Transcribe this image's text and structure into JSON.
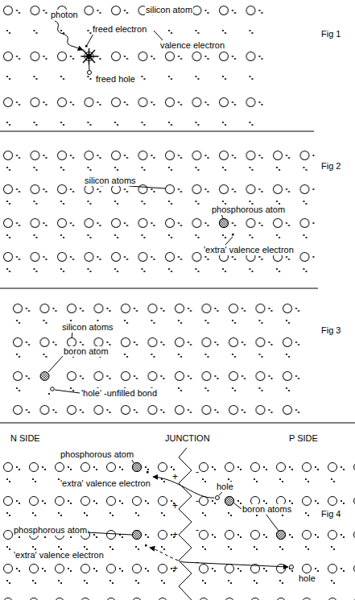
{
  "diagram": {
    "labels": [
      "photon",
      "silicon atom",
      "freed electron",
      "valence electron",
      "Fig 1",
      "freed hole",
      "silicon atoms",
      "phosphorous atom",
      "Fig 2",
      "'extra' valence electron",
      "silicon atoms",
      "boron atom",
      "Fig 3",
      "'hole' -unfilled bond",
      "N SIDE",
      "JUNCTION",
      "P SIDE",
      "phosphorous atom",
      "'extra' valence electron",
      "hole",
      "boron atoms",
      "Fig 4",
      "phosphorous atom",
      "'extra' valence electron",
      "hole",
      "+",
      "+",
      "+",
      "+",
      "-",
      "-",
      "-",
      "-"
    ]
  }
}
